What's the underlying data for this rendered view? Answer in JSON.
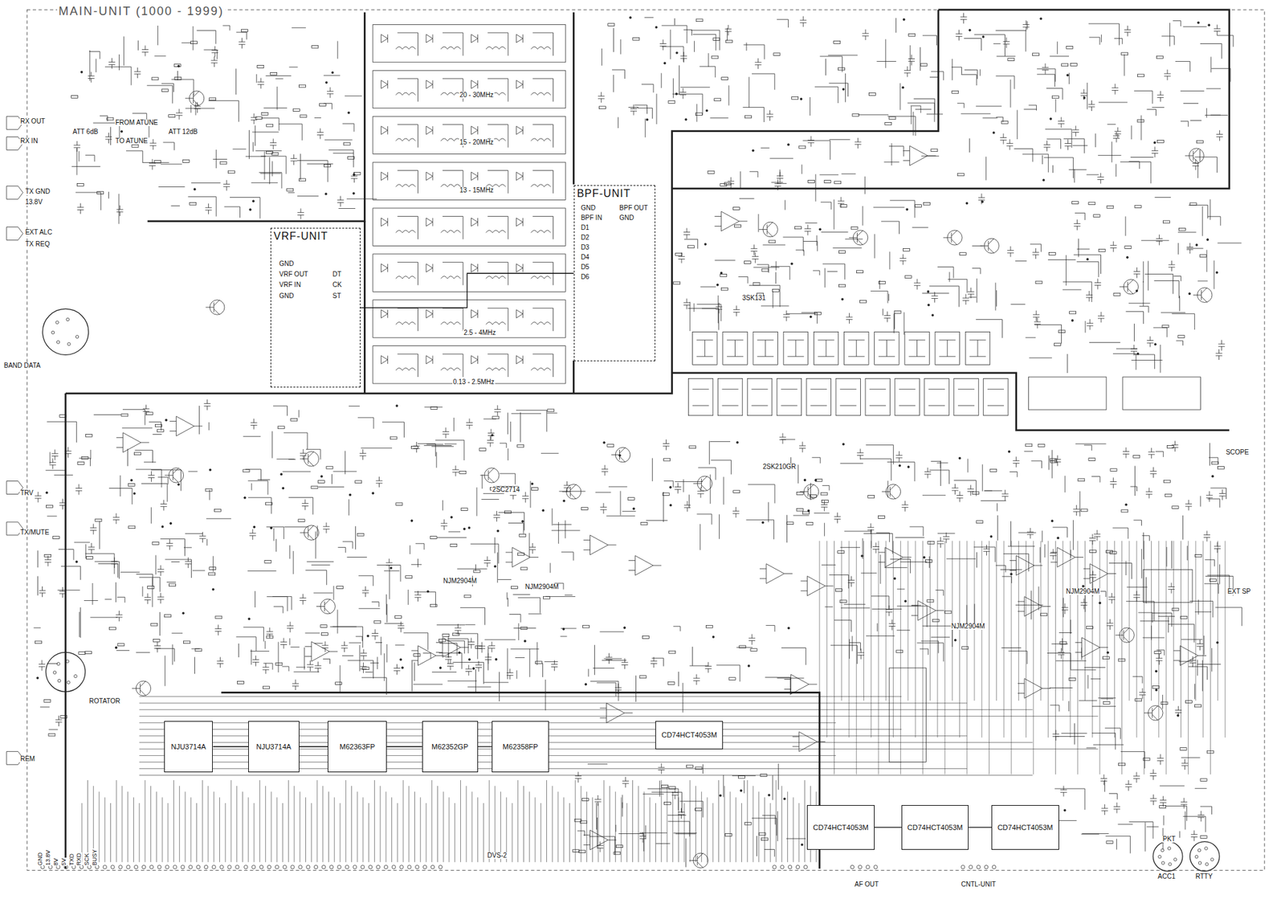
{
  "diagram": {
    "title": "MAIN-UNIT (1000 - 1999)",
    "nodes": [
      {
        "text": [
          "VRF-UNIT"
        ]
      },
      {
        "text": [
          "BPF-UNIT"
        ]
      },
      {
        "text": [
          "NJU3714A"
        ]
      },
      {
        "text": [
          "NJU3714A"
        ]
      },
      {
        "text": [
          "M62363FP"
        ]
      },
      {
        "text": [
          "M62352GP"
        ]
      },
      {
        "text": [
          "M62358FP"
        ]
      },
      {
        "text": [
          "CD74HCT4053M"
        ]
      },
      {
        "text": [
          "CD74HCT4053M"
        ]
      },
      {
        "text": [
          "CD74HCT4053M"
        ]
      },
      {
        "text": [
          "CD74HCT4053M"
        ]
      }
    ],
    "edges": [
      {
        "from": 0,
        "to": 1,
        "arrow": "none"
      },
      {
        "from": 2,
        "to": 3,
        "arrow": "none"
      },
      {
        "from": 3,
        "to": 4,
        "arrow": "none"
      },
      {
        "from": 4,
        "to": 5,
        "arrow": "none"
      },
      {
        "from": 5,
        "to": 6,
        "arrow": "none"
      },
      {
        "from": 8,
        "to": 9,
        "arrow": "none"
      },
      {
        "from": 9,
        "to": 10,
        "arrow": "none"
      }
    ],
    "labels": [
      "RX OUT",
      "RX IN",
      "FROM ATUNE",
      "TO ATUNE",
      "ATT 6dB",
      "ATT 12dB",
      "TX GND",
      "13.8V",
      "EXT ALC",
      "TX REQ",
      "BAND DATA",
      "GND",
      "VRF OUT",
      "VRF IN",
      "GND",
      "DT",
      "CK",
      "ST",
      "GND",
      "BPF IN",
      "D1",
      "D2",
      "D3",
      "D4",
      "D5",
      "D6",
      "BPF OUT",
      "GND",
      "0.13 - 2.5MHz",
      "2.5 - 4MHz",
      "13 - 15MHz",
      "15 - 20MHz",
      "20 - 30MHz",
      "TRV",
      "TX/MUTE",
      "ROTATOR",
      "REM",
      "DVS-2",
      "AF OUT",
      "CNTL-UNIT",
      "EXT SP",
      "SCOPE",
      "ACC1",
      "RTTY",
      "PKT",
      "NJM2904M",
      "NJM2904M",
      "NJM2904M",
      "NJM2904M",
      "2SC2714",
      "2SK210GR",
      "3SK131",
      "GND",
      "13.8V",
      "8V",
      "5V",
      "TXD",
      "RXD",
      "SCK",
      "BUSY"
    ]
  }
}
